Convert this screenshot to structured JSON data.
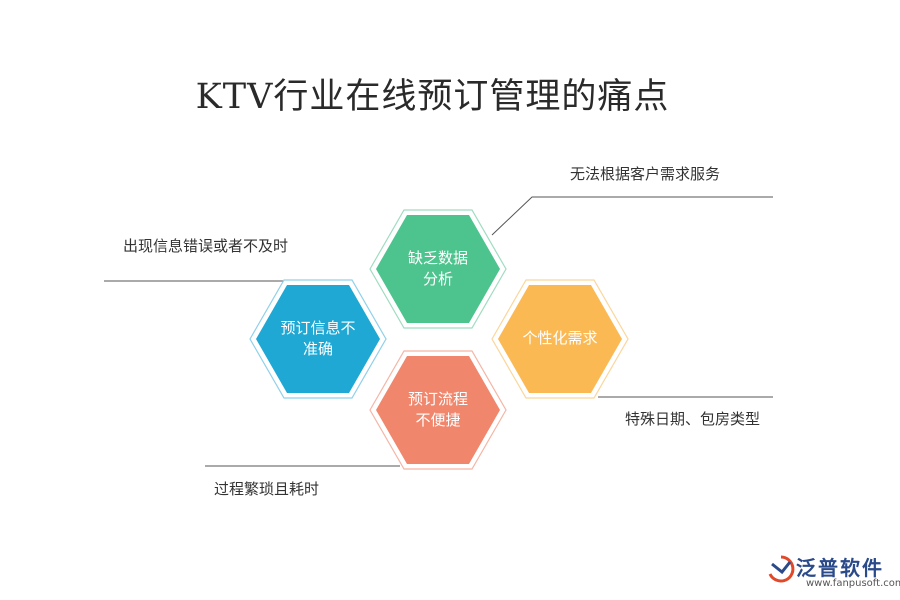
{
  "title": "KTV行业在线预订管理的痛点",
  "hexagons": {
    "top": {
      "label": "缺乏数据\n分析",
      "color": "#4dc48d"
    },
    "left": {
      "label": "预订信息不\n准确",
      "color": "#1fa8d4"
    },
    "right": {
      "label": "个性化需求",
      "color": "#fbb954"
    },
    "bottom": {
      "label": "预订流程\n不便捷",
      "color": "#f0866c"
    }
  },
  "annotations": {
    "top_right": "无法根据客户需求服务",
    "top_left": "出现信息错误或者不及时",
    "bottom_right": "特殊日期、包房类型",
    "bottom_left": "过程繁琐且耗时"
  },
  "logo": {
    "name": "泛普软件",
    "url": "www.fanpusoft.com"
  }
}
